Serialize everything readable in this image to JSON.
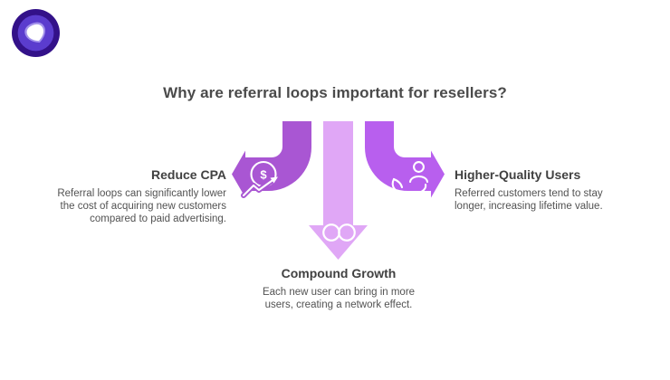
{
  "title": "Why are referral loops important for resellers?",
  "logo": {
    "name": "purevpn-style-brand-mark",
    "outer_color": "#331189",
    "ring_color": "#5b3cce",
    "inner_ring_color": "#a392eb",
    "core_color": "#ffffff"
  },
  "colors": {
    "left_arrow": "#a956d3",
    "right_arrow": "#b85fee",
    "center_arrow": "#e0a7f6",
    "title_text": "#4a4a4a",
    "heading_text": "#414141",
    "body_text": "#525252",
    "icon_stroke": "#ffffff"
  },
  "branches": {
    "left": {
      "icon": "dollar-trend-icon",
      "heading": "Reduce CPA",
      "lines": [
        "Referral loops can significantly lower",
        "the cost of acquiring new customers",
        "compared to paid advertising."
      ]
    },
    "right": {
      "icon": "user-care-icon",
      "heading": "Higher-Quality Users",
      "lines": [
        "Referred customers tend to stay",
        "longer, increasing lifetime value."
      ]
    },
    "bottom": {
      "icon": "linked-rings-icon",
      "heading": "Compound Growth",
      "lines": [
        "Each new user can bring in more",
        "users, creating a network effect."
      ]
    }
  },
  "glyphs": {
    "dollar": "$"
  }
}
